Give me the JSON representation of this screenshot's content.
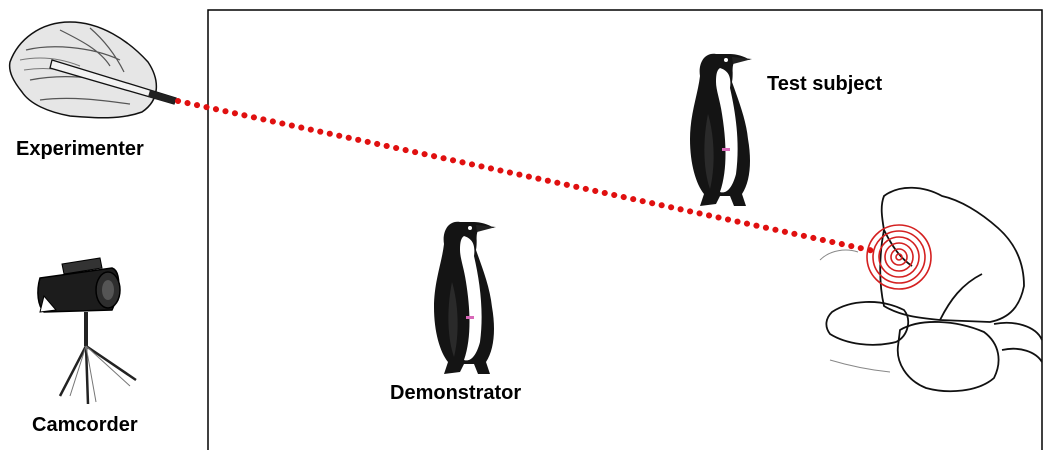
{
  "labels": {
    "experimenter": "Experimenter",
    "camcorder": "Camcorder",
    "demonstrator": "Demonstrator",
    "test_subject": "Test subject"
  },
  "colors": {
    "laser": "#e01010",
    "target": "#d42020",
    "penguin_body": "#111111",
    "outline": "#000000"
  },
  "icons": [
    "hand-with-laser-pointer-icon",
    "camcorder-on-tripod-icon",
    "penguin-icon",
    "rock-sketch-icon",
    "laser-target-icon"
  ]
}
